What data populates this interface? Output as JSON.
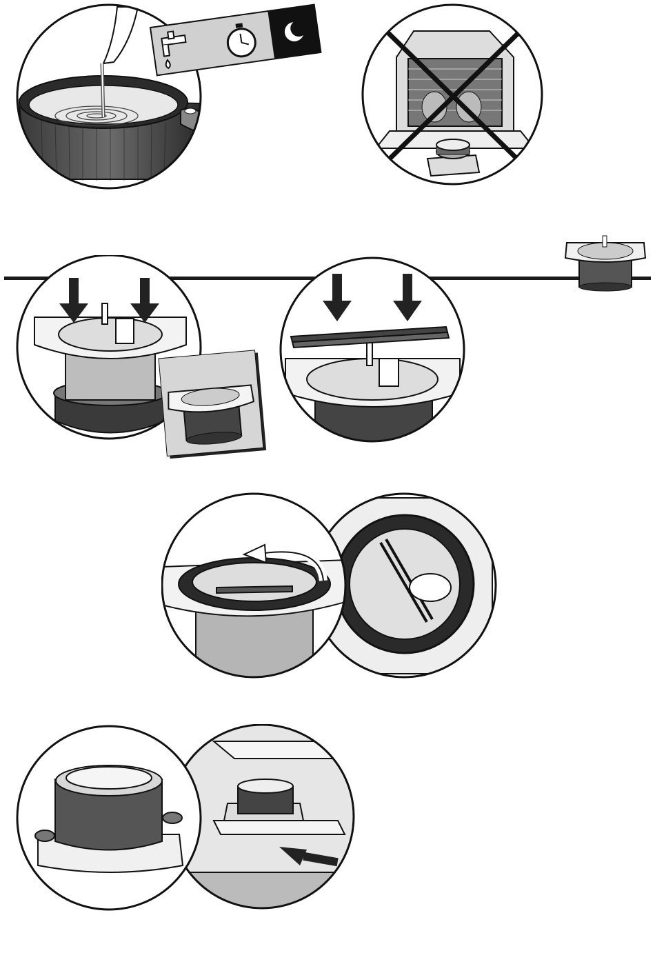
{
  "page": {
    "background": "#ffffff",
    "ink": "#1a1a1a"
  },
  "figures": [
    {
      "id": "soak-in-water",
      "icons": [
        "tap-icon",
        "stopwatch-icon",
        "moon-icon"
      ]
    },
    {
      "id": "no-dishwasher",
      "icons": [
        "cross-mark-icon"
      ]
    },
    {
      "id": "press-holder-into-bowl",
      "icons": [
        "down-arrow-icon",
        "down-arrow-icon"
      ]
    },
    {
      "id": "insert-sticks",
      "icons": [
        "down-arrow-icon",
        "down-arrow-icon"
      ]
    },
    {
      "id": "insert-into-appliance",
      "icons": [
        "rotate-arrow-icon"
      ]
    },
    {
      "id": "store-in-freezer",
      "icons": [
        "right-arrow-icon"
      ]
    }
  ]
}
